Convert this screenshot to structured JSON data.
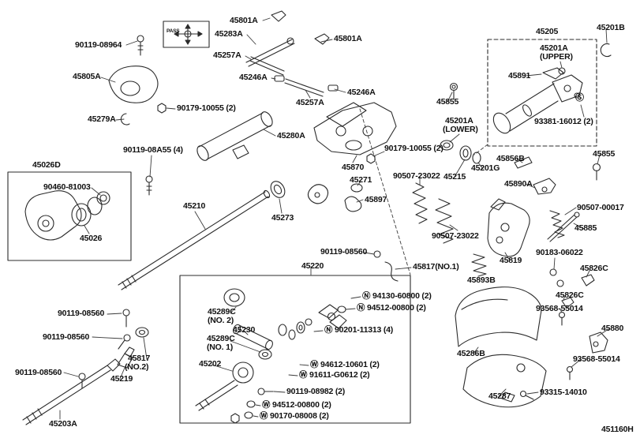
{
  "figure_code": "451160H",
  "orientation": {
    "pass": "PASS"
  },
  "colors": {
    "background": "#ffffff",
    "line": "#2b2b2b",
    "text": "#111111"
  },
  "labels": {
    "p45801a_top": "45801A",
    "p45283a": "45283A",
    "p90119_08964": "90119-08964",
    "p45801a_right": "45801A",
    "p45257a_1": "45257A",
    "p45805a": "45805A",
    "p45246a_1": "45246A",
    "p45246a_2": "45246A",
    "p90179_10055_1": "90179-10055 (2)",
    "p45257a_2": "45257A",
    "p45279a": "45279A",
    "p45280a": "45280A",
    "p90119_08a55": "90119-08A55 (4)",
    "p45026d": "45026D",
    "p90460_81003": "90460-81003",
    "p45026": "45026",
    "p45210": "45210",
    "p45273": "45273",
    "p45870": "45870",
    "p45271": "45271",
    "p45897": "45897",
    "p90179_10055_2": "90179-10055 (2)",
    "p45215": "45215",
    "p45201a_lower": "45201A",
    "p45201a_lower_sub": "(LOWER)",
    "p45201g": "45201G",
    "p90507_23022_1": "90507-23022",
    "p45855_1": "45855",
    "p45205": "45205",
    "p45201b": "45201B",
    "p45201a_upper": "45201A",
    "p45201a_upper_sub": "(UPPER)",
    "p45891": "45891",
    "p93381_16012": "93381-16012 (2)",
    "screw_marker": "Ⓢ",
    "p45855_2": "45855",
    "p45856b": "45856B",
    "p45890a": "45890A",
    "p90507_00017": "90507-00017",
    "p45885": "45885",
    "p90507_23022_2": "90507-23022",
    "p45819": "45819",
    "p90183_06022": "90183-06022",
    "p45826c_1": "45826C",
    "p45826c_2": "45826C",
    "p93568_55014_1": "93568-55014",
    "p45880": "45880",
    "p93568_55014_2": "93568-55014",
    "p93315_14010": "93315-14010",
    "p45287": "45287",
    "p45286b": "45286B",
    "p45893b": "45893B",
    "p45817_no1": "45817(NO.1)",
    "p90119_08560_top": "90119-08560",
    "p45220": "45220",
    "p94130_60800": "Ⓝ 94130-60800 (2)",
    "p94512_00800_1": "Ⓝ 94512-00800 (2)",
    "p45289c_no2": "45289C",
    "p45289c_no2_sub": "(NO. 2)",
    "p45230": "45230",
    "p45289c_no1": "45289C",
    "p45289c_no1_sub": "(NO. 1)",
    "p90201_11313": "Ⓝ 90201-11313 (4)",
    "p45202": "45202",
    "p94612_10601": "Ⓦ 94612-10601 (2)",
    "p91611_g0612": "Ⓦ 91611-G0612 (2)",
    "p90119_08982": "90119-08982 (2)",
    "p94512_00800_2": "Ⓦ 94512-00800 (2)",
    "p90170_08008": "Ⓦ 90170-08008 (2)",
    "p90119_08560_a": "90119-08560",
    "p90119_08560_b": "90119-08560",
    "p45817_no2": "45817",
    "p45817_no2_sub": "(NO.2)",
    "p45219": "45219",
    "p90119_08560_c": "90119-08560",
    "p45203a": "45203A"
  }
}
